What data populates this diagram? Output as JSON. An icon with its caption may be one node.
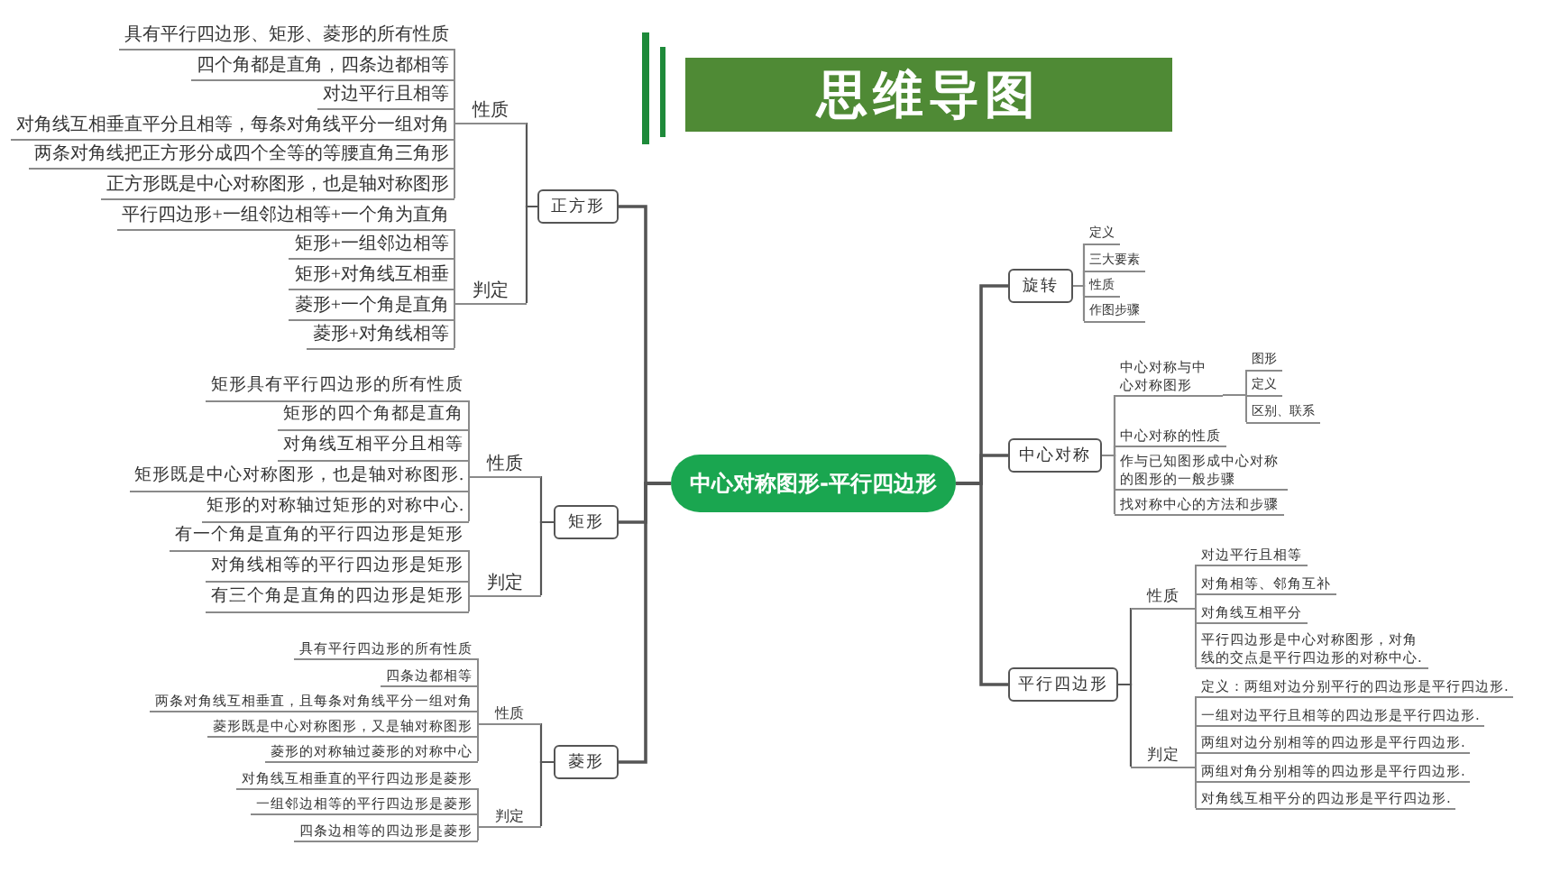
{
  "diagram": {
    "title": "思维导图",
    "nodes": [
      {
        "text": [
          "中心对称图形-平行四边形"
        ]
      },
      {
        "text": [
          "正方形"
        ]
      },
      {
        "text": [
          "性质"
        ]
      },
      {
        "text": [
          "具有平行四边形、矩形、菱形的所有性质"
        ]
      },
      {
        "text": [
          "四个角都是直角，四条边都相等"
        ]
      },
      {
        "text": [
          "对边平行且相等"
        ]
      },
      {
        "text": [
          "对角线互相垂直平分且相等，每条对角线平分一组对角"
        ]
      },
      {
        "text": [
          "两条对角线把正方形分成四个全等的等腰直角三角形"
        ]
      },
      {
        "text": [
          "正方形既是中心对称图形，也是轴对称图形"
        ]
      },
      {
        "text": [
          "判定"
        ]
      },
      {
        "text": [
          "平行四边形+一组邻边相等+一个角为直角"
        ]
      },
      {
        "text": [
          "矩形+一组邻边相等"
        ]
      },
      {
        "text": [
          "矩形+对角线互相垂"
        ]
      },
      {
        "text": [
          "菱形+一个角是直角"
        ]
      },
      {
        "text": [
          "菱形+对角线相等"
        ]
      },
      {
        "text": [
          "矩形"
        ]
      },
      {
        "text": [
          "性质"
        ]
      },
      {
        "text": [
          "矩形具有平行四边形的所有性质"
        ]
      },
      {
        "text": [
          "矩形的四个角都是直角"
        ]
      },
      {
        "text": [
          "对角线互相平分且相等"
        ]
      },
      {
        "text": [
          "矩形既是中心对称图形，也是轴对称图形."
        ]
      },
      {
        "text": [
          "矩形的对称轴过矩形的对称中心."
        ]
      },
      {
        "text": [
          "判定"
        ]
      },
      {
        "text": [
          "有一个角是直角的平行四边形是矩形"
        ]
      },
      {
        "text": [
          "对角线相等的平行四边形是矩形"
        ]
      },
      {
        "text": [
          "有三个角是直角的四边形是矩形"
        ]
      },
      {
        "text": [
          "菱形"
        ]
      },
      {
        "text": [
          "性质"
        ]
      },
      {
        "text": [
          "具有平行四边形的所有性质"
        ]
      },
      {
        "text": [
          "四条边都相等"
        ]
      },
      {
        "text": [
          "两条对角线互相垂直，且每条对角线平分一组对角"
        ]
      },
      {
        "text": [
          "菱形既是中心对称图形，又是轴对称图形"
        ]
      },
      {
        "text": [
          "菱形的对称轴过菱形的对称中心"
        ]
      },
      {
        "text": [
          "判定"
        ]
      },
      {
        "text": [
          "对角线互相垂直的平行四边形是菱形"
        ]
      },
      {
        "text": [
          "一组邻边相等的平行四边形是菱形"
        ]
      },
      {
        "text": [
          "四条边相等的四边形是菱形"
        ]
      },
      {
        "text": [
          "旋转"
        ]
      },
      {
        "text": [
          "定义"
        ]
      },
      {
        "text": [
          "三大要素"
        ]
      },
      {
        "text": [
          "性质"
        ]
      },
      {
        "text": [
          "作图步骤"
        ]
      },
      {
        "text": [
          "中心对称"
        ]
      },
      {
        "text": [
          "中心对称与中心对称图形"
        ]
      },
      {
        "text": [
          "图形"
        ]
      },
      {
        "text": [
          "定义"
        ]
      },
      {
        "text": [
          "区别、联系"
        ]
      },
      {
        "text": [
          "中心对称的性质"
        ]
      },
      {
        "text": [
          "作与已知图形成中心对称的图形的一般步骤"
        ]
      },
      {
        "text": [
          "找对称中心的方法和步骤"
        ]
      },
      {
        "text": [
          "平行四边形"
        ]
      },
      {
        "text": [
          "性质"
        ]
      },
      {
        "text": [
          "对边平行且相等"
        ]
      },
      {
        "text": [
          "对角相等、邻角互补"
        ]
      },
      {
        "text": [
          "对角线互相平分"
        ]
      },
      {
        "text": [
          "平行四边形是中心对称图形，对角线的交点是平行四边形的对称中心."
        ]
      },
      {
        "text": [
          "判定"
        ]
      },
      {
        "text": [
          "定义：两组对边分别平行的四边形是平行四边形."
        ]
      },
      {
        "text": [
          "一组对边平行且相等的四边形是平行四边形."
        ]
      },
      {
        "text": [
          "两组对边分别相等的四边形是平行四边形."
        ]
      },
      {
        "text": [
          "两组对角分别相等的四边形是平行四边形."
        ]
      },
      {
        "text": [
          "对角线互相平分的四边形是平行四边形."
        ]
      }
    ],
    "edges": [
      {
        "from": 0,
        "to": 1,
        "arrow": "none"
      },
      {
        "from": 0,
        "to": 15,
        "arrow": "none"
      },
      {
        "from": 0,
        "to": 26,
        "arrow": "none"
      },
      {
        "from": 0,
        "to": 37,
        "arrow": "none"
      },
      {
        "from": 0,
        "to": 42,
        "arrow": "none"
      },
      {
        "from": 0,
        "to": 50,
        "arrow": "none"
      },
      {
        "from": 1,
        "to": 2,
        "arrow": "none"
      },
      {
        "from": 2,
        "to": 3,
        "arrow": "none"
      },
      {
        "from": 2,
        "to": 4,
        "arrow": "none"
      },
      {
        "from": 2,
        "to": 5,
        "arrow": "none"
      },
      {
        "from": 2,
        "to": 6,
        "arrow": "none"
      },
      {
        "from": 2,
        "to": 7,
        "arrow": "none"
      },
      {
        "from": 2,
        "to": 8,
        "arrow": "none"
      },
      {
        "from": 1,
        "to": 9,
        "arrow": "none"
      },
      {
        "from": 9,
        "to": 10,
        "arrow": "none"
      },
      {
        "from": 9,
        "to": 11,
        "arrow": "none"
      },
      {
        "from": 9,
        "to": 12,
        "arrow": "none"
      },
      {
        "from": 9,
        "to": 13,
        "arrow": "none"
      },
      {
        "from": 9,
        "to": 14,
        "arrow": "none"
      },
      {
        "from": 15,
        "to": 16,
        "arrow": "none"
      },
      {
        "from": 16,
        "to": 17,
        "arrow": "none"
      },
      {
        "from": 16,
        "to": 18,
        "arrow": "none"
      },
      {
        "from": 16,
        "to": 19,
        "arrow": "none"
      },
      {
        "from": 16,
        "to": 20,
        "arrow": "none"
      },
      {
        "from": 16,
        "to": 21,
        "arrow": "none"
      },
      {
        "from": 15,
        "to": 22,
        "arrow": "none"
      },
      {
        "from": 22,
        "to": 23,
        "arrow": "none"
      },
      {
        "from": 22,
        "to": 24,
        "arrow": "none"
      },
      {
        "from": 22,
        "to": 25,
        "arrow": "none"
      },
      {
        "from": 26,
        "to": 27,
        "arrow": "none"
      },
      {
        "from": 27,
        "to": 28,
        "arrow": "none"
      },
      {
        "from": 27,
        "to": 29,
        "arrow": "none"
      },
      {
        "from": 27,
        "to": 30,
        "arrow": "none"
      },
      {
        "from": 27,
        "to": 31,
        "arrow": "none"
      },
      {
        "from": 27,
        "to": 32,
        "arrow": "none"
      },
      {
        "from": 26,
        "to": 33,
        "arrow": "none"
      },
      {
        "from": 33,
        "to": 34,
        "arrow": "none"
      },
      {
        "from": 33,
        "to": 35,
        "arrow": "none"
      },
      {
        "from": 33,
        "to": 36,
        "arrow": "none"
      },
      {
        "from": 37,
        "to": 38,
        "arrow": "none"
      },
      {
        "from": 37,
        "to": 39,
        "arrow": "none"
      },
      {
        "from": 37,
        "to": 40,
        "arrow": "none"
      },
      {
        "from": 37,
        "to": 41,
        "arrow": "none"
      },
      {
        "from": 42,
        "to": 43,
        "arrow": "none"
      },
      {
        "from": 43,
        "to": 44,
        "arrow": "none"
      },
      {
        "from": 43,
        "to": 45,
        "arrow": "none"
      },
      {
        "from": 43,
        "to": 46,
        "arrow": "none"
      },
      {
        "from": 42,
        "to": 47,
        "arrow": "none"
      },
      {
        "from": 42,
        "to": 48,
        "arrow": "none"
      },
      {
        "from": 42,
        "to": 49,
        "arrow": "none"
      },
      {
        "from": 50,
        "to": 51,
        "arrow": "none"
      },
      {
        "from": 51,
        "to": 52,
        "arrow": "none"
      },
      {
        "from": 51,
        "to": 53,
        "arrow": "none"
      },
      {
        "from": 51,
        "to": 54,
        "arrow": "none"
      },
      {
        "from": 51,
        "to": 55,
        "arrow": "none"
      },
      {
        "from": 50,
        "to": 56,
        "arrow": "none"
      },
      {
        "from": 56,
        "to": 57,
        "arrow": "none"
      },
      {
        "from": 56,
        "to": 58,
        "arrow": "none"
      },
      {
        "from": 56,
        "to": 59,
        "arrow": "none"
      },
      {
        "from": 56,
        "to": 60,
        "arrow": "none"
      },
      {
        "from": 56,
        "to": 61,
        "arrow": "none"
      }
    ]
  }
}
